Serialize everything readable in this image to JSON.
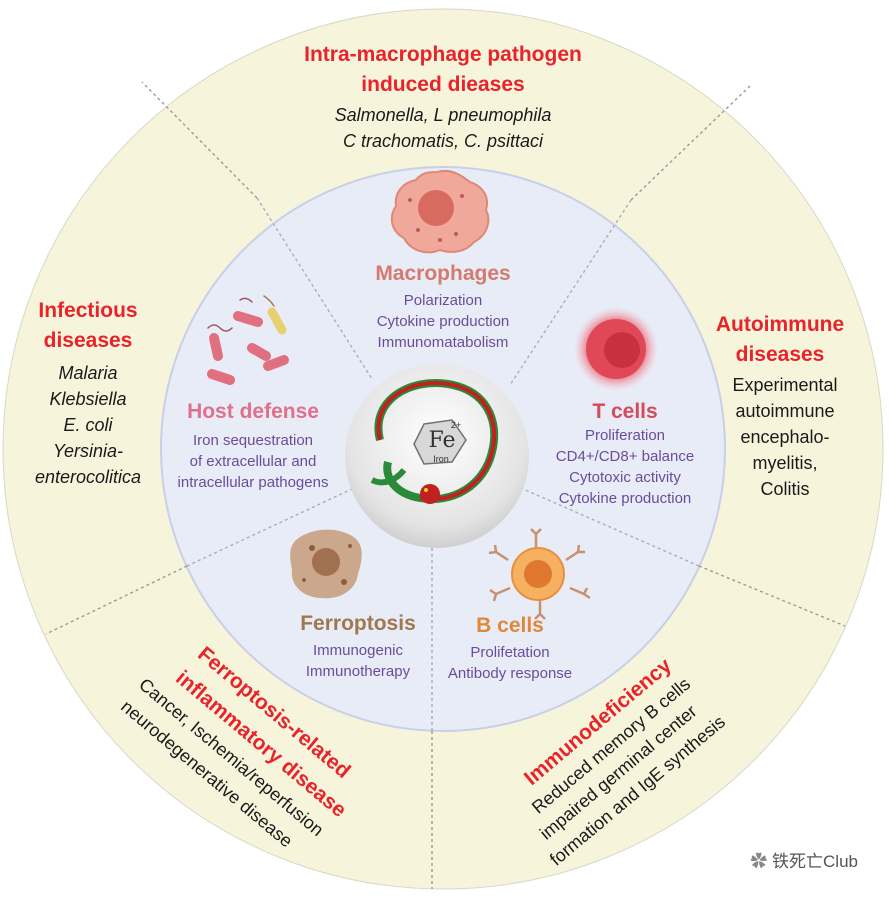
{
  "outer": {
    "top": {
      "title": "Intra-macrophage pathogen induced dieases",
      "title_line1": "Intra-macrophage pathogen",
      "title_line2": "induced dieases",
      "items_line1": "Salmonella, L pneumophila",
      "items_line2": "C trachomatis, C. psittaci"
    },
    "left": {
      "title_line1": "Infectious",
      "title_line2": "diseases",
      "items": [
        "Malaria",
        "Klebsiella",
        "E. coli",
        "Yersinia-",
        "enterocolitica"
      ]
    },
    "right": {
      "title_line1": "Autoimmune",
      "title_line2": "diseases",
      "items": [
        "Experimental",
        "autoimmune",
        "encephalo-",
        "myelitis,",
        "Colitis"
      ]
    },
    "bottom_left": {
      "title_line1": "Ferroptosis-related",
      "title_line2": "inflammatory disease",
      "items_line1": "Cancer,  Ischemia/reperfusion",
      "items_line2": "neurodegenerative disease"
    },
    "bottom_right": {
      "title": "Immunodeficiency",
      "items_line1": "Reduced memory B cells",
      "items_line2": "impaired germinal center",
      "items_line3": "formation and IgE synthesis"
    }
  },
  "inner": {
    "macrophages": {
      "title": "Macrophages",
      "items": [
        "Polarization",
        "Cytokine production",
        "Immunomatabolism"
      ]
    },
    "host_defense": {
      "title": "Host defense",
      "items": [
        "Iron sequestration",
        "of extracellular and",
        "intracellular pathogens"
      ]
    },
    "t_cells": {
      "title": "T cells",
      "items": [
        "Proliferation",
        "CD4+/CD8+  balance",
        "Cytotoxic activity",
        "Cytokine production"
      ]
    },
    "ferroptosis": {
      "title": "Ferroptosis",
      "items": [
        "Immunogenic",
        "Immunotherapy"
      ]
    },
    "b_cells": {
      "title": "B cells",
      "items": [
        "Prolifetation",
        "Antibody response"
      ]
    }
  },
  "center": {
    "element": "Fe",
    "superscript": "2+",
    "subtitle": "Iron"
  },
  "watermark": "铁死亡Club",
  "colors": {
    "outer_ring": "#f7f4dc",
    "inner_circle": "#e8ecf7",
    "red_title": "#e8232a",
    "macrophage_title": "#d47a6e",
    "host_defense_title": "#e0708c",
    "t_cells_title": "#d64a5a",
    "ferroptosis_title": "#a07850",
    "b_cells_title": "#e0873a",
    "purple_text": "#6b4c9a"
  }
}
